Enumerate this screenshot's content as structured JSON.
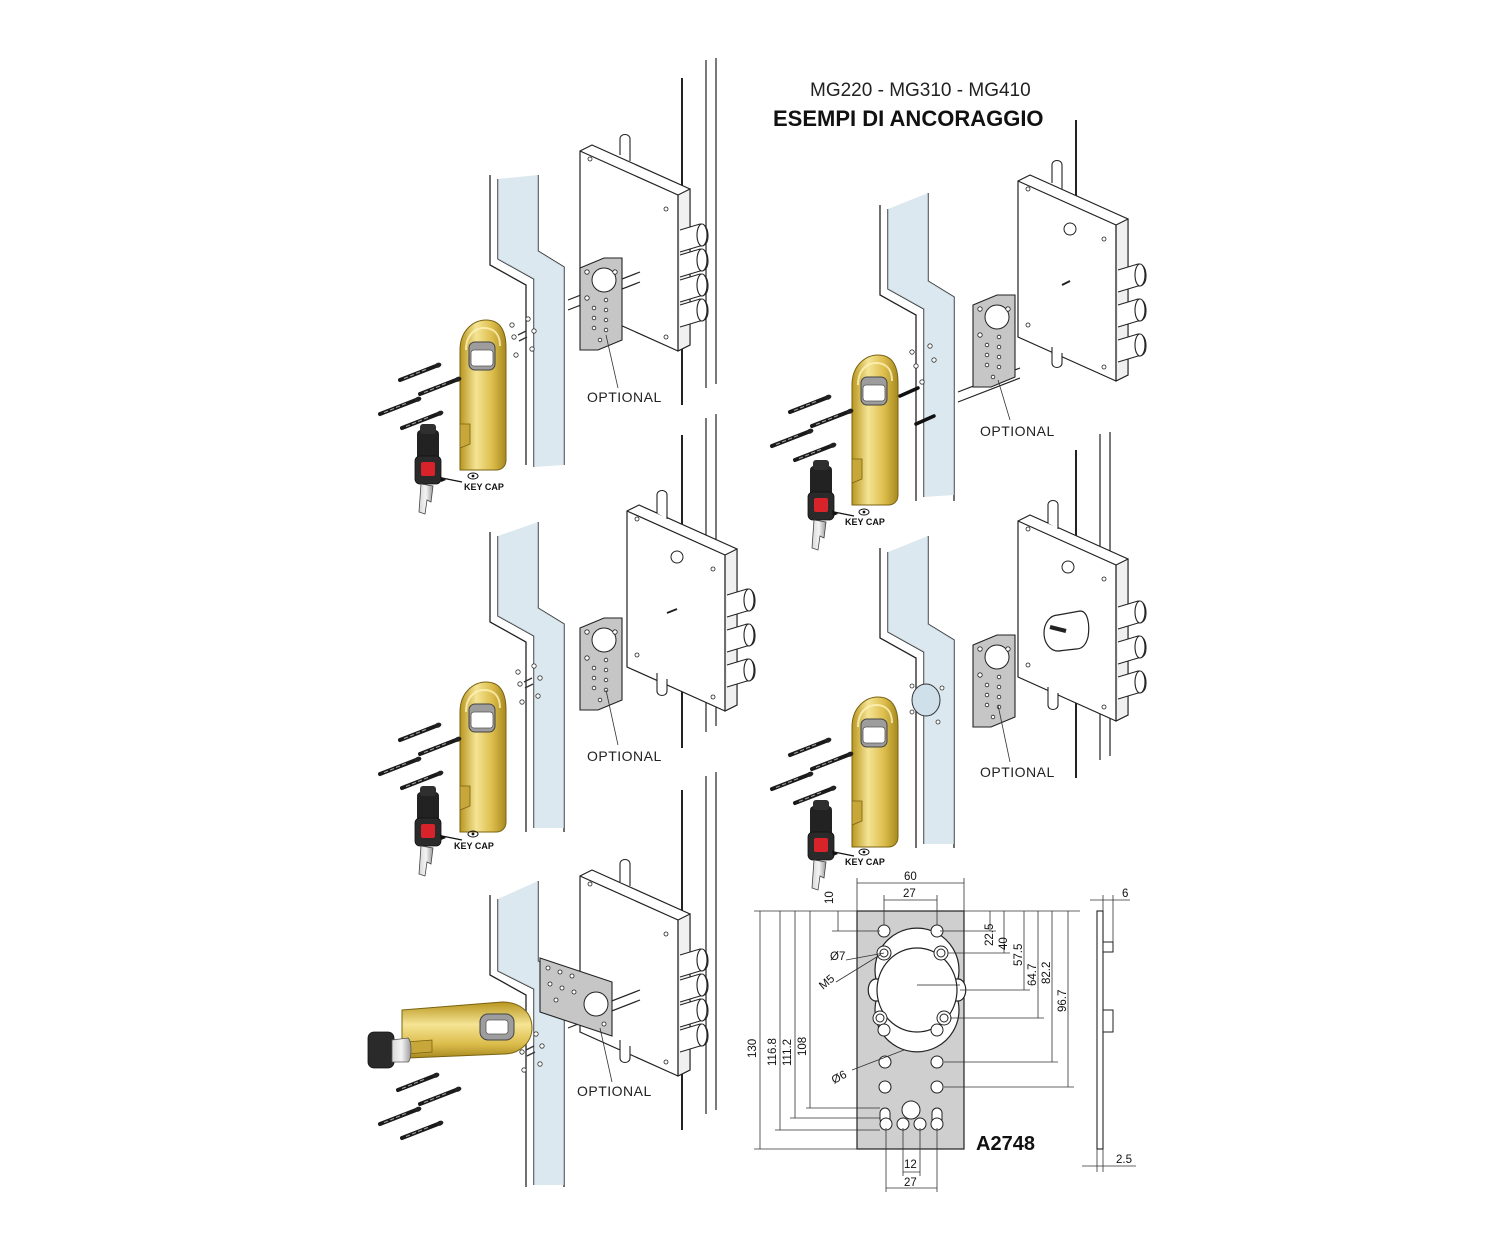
{
  "header": {
    "models": "MG220 - MG310 - MG410",
    "title": "ESEMPI DI ANCORAGGIO"
  },
  "labels": {
    "optional": "OPTIONAL",
    "key_cap": "KEY CAP"
  },
  "drawing": {
    "code": "A2748",
    "dims": {
      "w60": "60",
      "w27_top": "27",
      "d10": "10",
      "d22_5": "22.5",
      "d40": "40",
      "d57_5": "57.5",
      "d64_7": "64.7",
      "d82_2": "82.2",
      "d96_7": "96.7",
      "h130": "130",
      "h116_8": "116.8",
      "h111_2": "111.2",
      "h108": "108",
      "phi7": "Ø7",
      "m5": "M5",
      "phi6": "Ø6",
      "b12": "12",
      "b27": "27",
      "side6": "6",
      "side2_5": "2.5"
    }
  },
  "colors": {
    "gold_light": "#f3e08e",
    "gold_mid": "#d9b94a",
    "gold_dark": "#a98a22",
    "glass": "#cfe0ea",
    "plate": "#c9c9c9",
    "key_red": "#d8232a",
    "line": "#222222"
  }
}
